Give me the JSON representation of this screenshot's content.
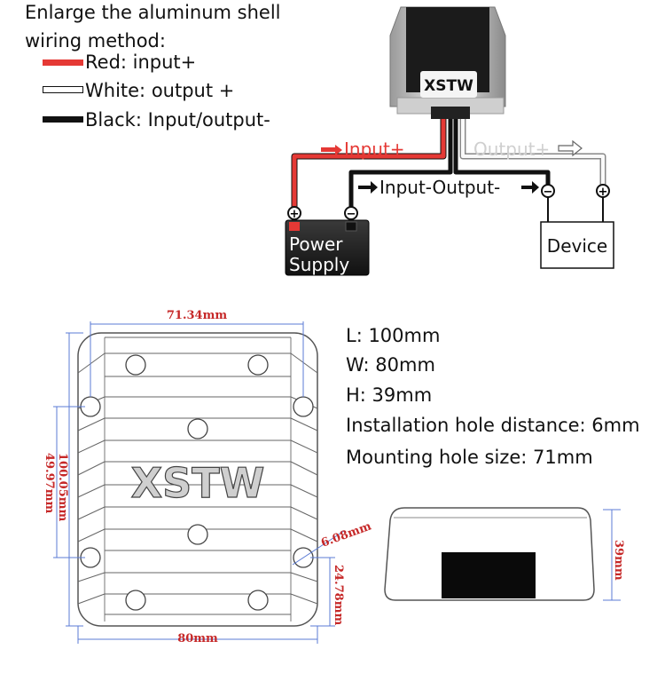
{
  "legend": {
    "title_line1": "Enlarge the aluminum shell",
    "title_line2": "wiring method:",
    "items": [
      {
        "label": "Red: input+",
        "color": "#e53935"
      },
      {
        "label": "White: output +",
        "color": "#ffffff"
      },
      {
        "label": "Black: Input/output-",
        "color": "#111111"
      }
    ]
  },
  "wiring": {
    "brand_logo": "XSTW",
    "input_plus": "Input+",
    "output_plus": "Output+",
    "input_output_minus": "Input-Output-",
    "power_supply_line1": "Power",
    "power_supply_line2": "Supply",
    "device": "Device",
    "plus_symbol": "+",
    "minus_symbol": "−"
  },
  "specs": {
    "length": "L: 100mm",
    "width": "W: 80mm",
    "height": "H: 39mm",
    "hole_distance": "Installation hole distance: 6mm",
    "hole_size": "Mounting hole size: 71mm"
  },
  "dimensions": {
    "top_width": "71.34mm",
    "bottom_width": "80mm",
    "height_outer": "100.05mm",
    "height_inner": "49.97mm",
    "hole_diameter": "6.08mm",
    "edge_offset": "24.78mm",
    "side_height": "39mm"
  },
  "colors": {
    "red_wire": "#e53935",
    "dimension_text": "#c62828",
    "dimension_line": "#5b7bd5"
  }
}
